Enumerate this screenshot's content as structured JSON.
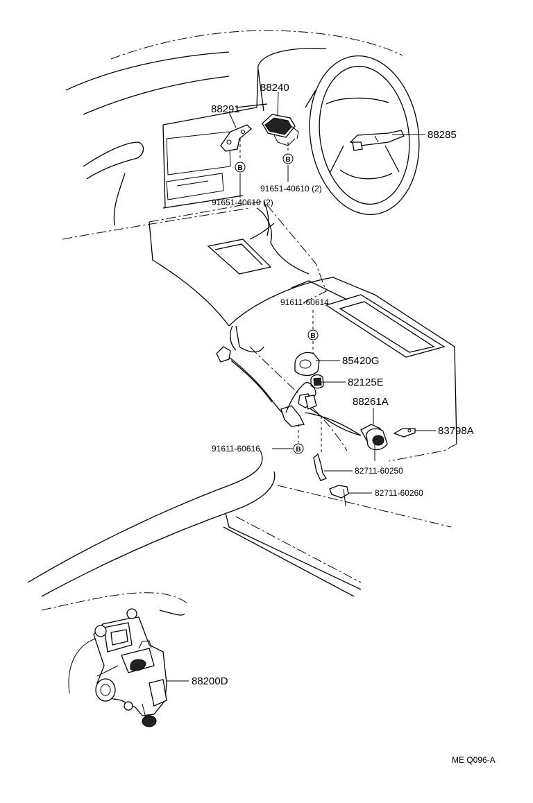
{
  "labels": {
    "p88240": "88240",
    "p88291": "88291",
    "p88285": "88285",
    "p9165140610_a": "91651-40610 (2)",
    "p9165140610_b": "91651-40610 (2)",
    "p9161160614": "91611-60614",
    "p85420G": "85420G",
    "p82125E": "82125E",
    "p88261A": "88261A",
    "p83798A": "83798A",
    "p9161160616": "91611-60616",
    "p8271160250": "82711-60250",
    "p8271160260": "82711-60260",
    "p88200D": "88200D"
  },
  "bolt_marker": "B",
  "code": "ME Q096-A"
}
